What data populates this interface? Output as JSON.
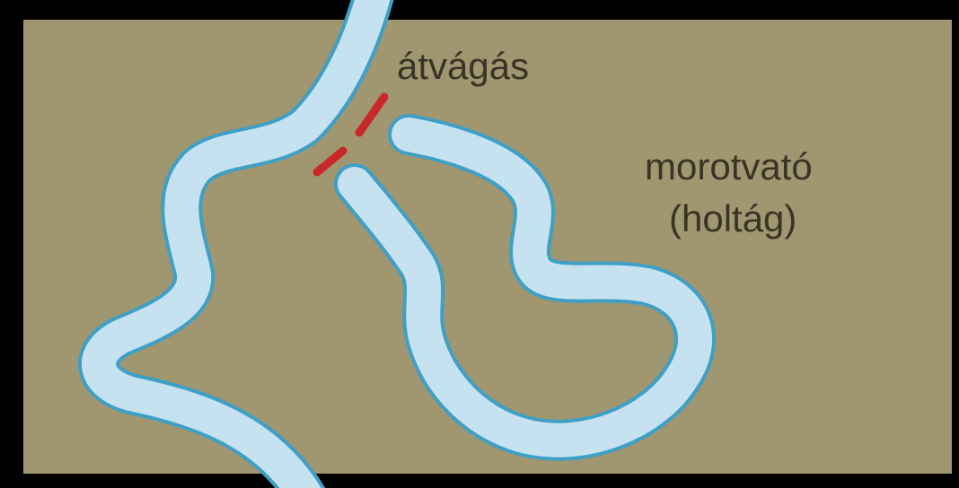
{
  "labels": {
    "cutoff": "átvágás",
    "oxbow_line1": "morotvató",
    "oxbow_line2": "(holtág)"
  },
  "colors": {
    "frame": "#000000",
    "land": "#a09670",
    "water_fill": "#c6e2f1",
    "water_edge": "#3f9fc4",
    "cut_mark": "#c8282a",
    "text": "#3a3426"
  }
}
